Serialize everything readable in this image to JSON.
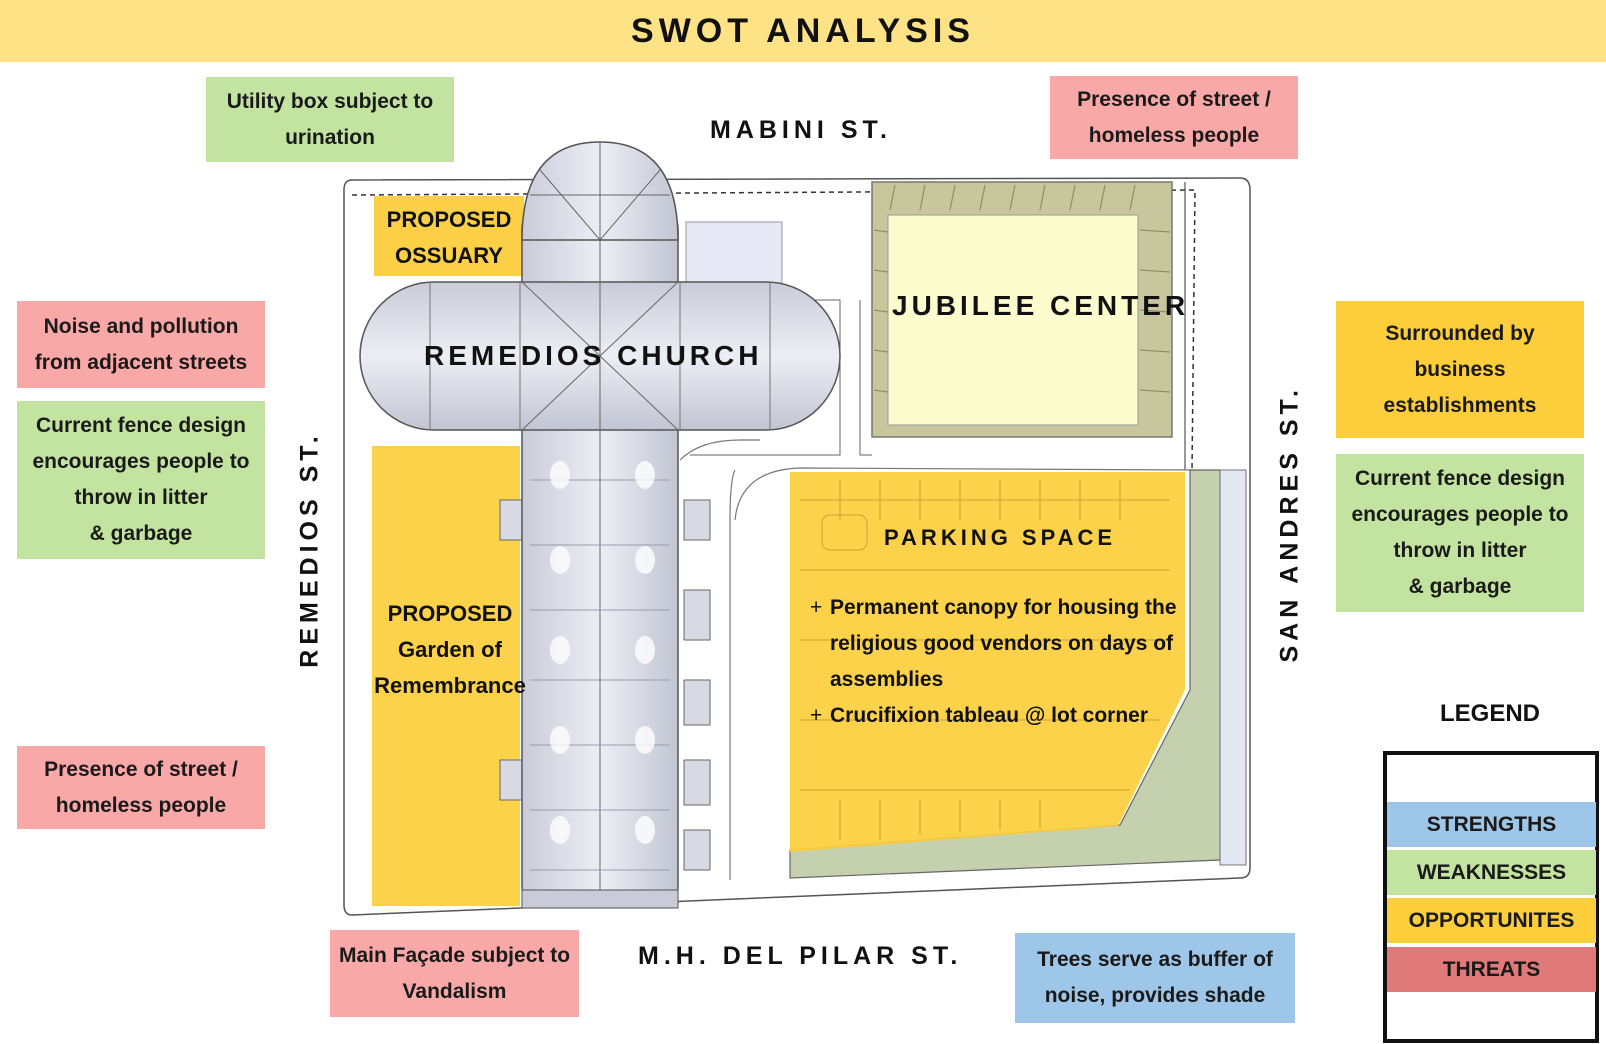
{
  "header": {
    "title": "SWOT ANALYSIS",
    "background": "#fde386"
  },
  "colors": {
    "strengths": "#9ec6e8",
    "weaknesses": "#c3e4a0",
    "opportunities": "#fcce3c",
    "threats": "#f9a8a8"
  },
  "notes": {
    "utility_box": "Utility box subject to urination",
    "presence_top": "Presence of street / homeless people",
    "noise": "Noise and pollution from adjacent streets",
    "fence_left": "Current fence design encourages people to throw in litter\n& garbage",
    "presence_left": "Presence of street / homeless people",
    "surrounded": "Surrounded by business establishments",
    "fence_right": "Current fence design encourages people to throw in litter\n& garbage",
    "facade": "Main Façade subject to Vandalism",
    "trees": "Trees serve as buffer of noise, provides shade"
  },
  "streets": {
    "top": "MABINI  ST.",
    "left": "REMEDIOS  ST.",
    "right": "SAN ANDRES  ST.",
    "bottom": "M.H.  DEL  PILAR  ST."
  },
  "plan": {
    "ossuary": "PROPOSED\nOSSUARY",
    "church": "REMEDIOS  CHURCH",
    "jubilee": "JUBILEE  CENTER",
    "garden": "PROPOSED\nGarden of\nRemembrance",
    "parking": "PARKING SPACE",
    "bullet_mark": "+",
    "bullets": [
      "Permanent canopy for housing the religious good vendors on days of assemblies",
      "Crucifixion tableau @ lot corner"
    ]
  },
  "legend": {
    "title": "LEGEND",
    "items": [
      "STRENGTHS",
      "WEAKNESSES",
      "OPPORTUNITES",
      "THREATS"
    ]
  }
}
